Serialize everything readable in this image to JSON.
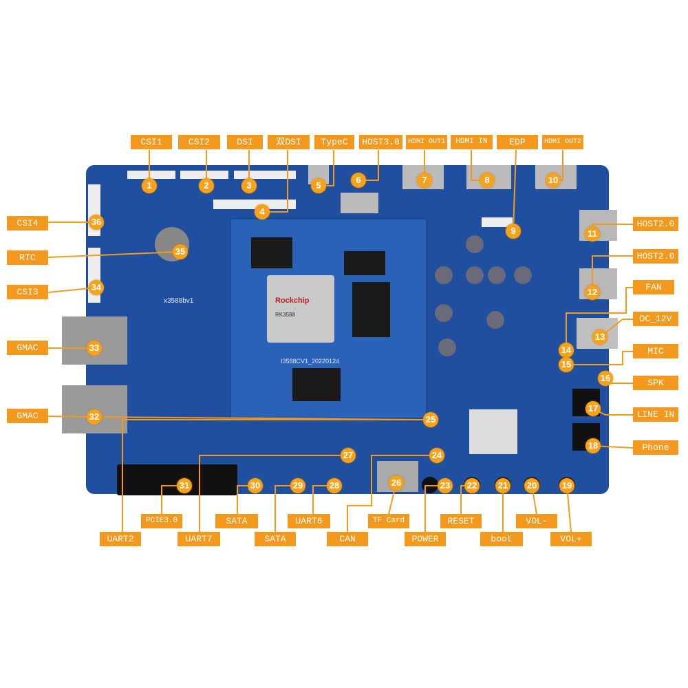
{
  "colors": {
    "label": "#f39a1e",
    "board": "#1f4f9e",
    "leader": "#f39a1e"
  },
  "board": {
    "silkscreen": "x3588bv1",
    "module": "I3588CV1_20220124",
    "soc_brand": "Rockchip",
    "soc": "RK3588"
  },
  "labels": {
    "csi1": "CSI1",
    "csi2": "CSI2",
    "dsi": "DSI",
    "dual_dsi": "双DSI",
    "typec": "TypeC",
    "host30": "HOST3.0",
    "hdmi_out1": "HDMI OUT1",
    "hdmi_in": "HDMI IN",
    "edp": "EDP",
    "hdmi_out2": "HDMI OUT2",
    "csi4": "CSI4",
    "rtc": "RTC",
    "csi3": "CSI3",
    "gmac1": "GMAC",
    "gmac2": "GMAC",
    "host20_1": "HOST2.0",
    "host20_2": "HOST2.0",
    "fan": "FAN",
    "dc12v": "DC_12V",
    "mic": "MIC",
    "spk": "SPK",
    "line_in": "LINE IN",
    "phone": "Phone",
    "pcie": "PCIE3.0",
    "sata1": "SATA",
    "uart6": "UART6",
    "tf": "TF Card",
    "reset": "RESET",
    "vol_minus": "VOL-",
    "uart2": "UART2",
    "uart7": "UART7",
    "sata2": "SATA",
    "can": "CAN",
    "power": "POWER",
    "boot": "boot",
    "vol_plus": "VOL+"
  },
  "markers": [
    "1",
    "2",
    "3",
    "4",
    "5",
    "6",
    "7",
    "8",
    "9",
    "10",
    "11",
    "12",
    "13",
    "14",
    "15",
    "16",
    "17",
    "18",
    "19",
    "20",
    "21",
    "22",
    "23",
    "24",
    "25",
    "26",
    "27",
    "28",
    "29",
    "30",
    "31",
    "32",
    "33",
    "34",
    "35",
    "36"
  ]
}
